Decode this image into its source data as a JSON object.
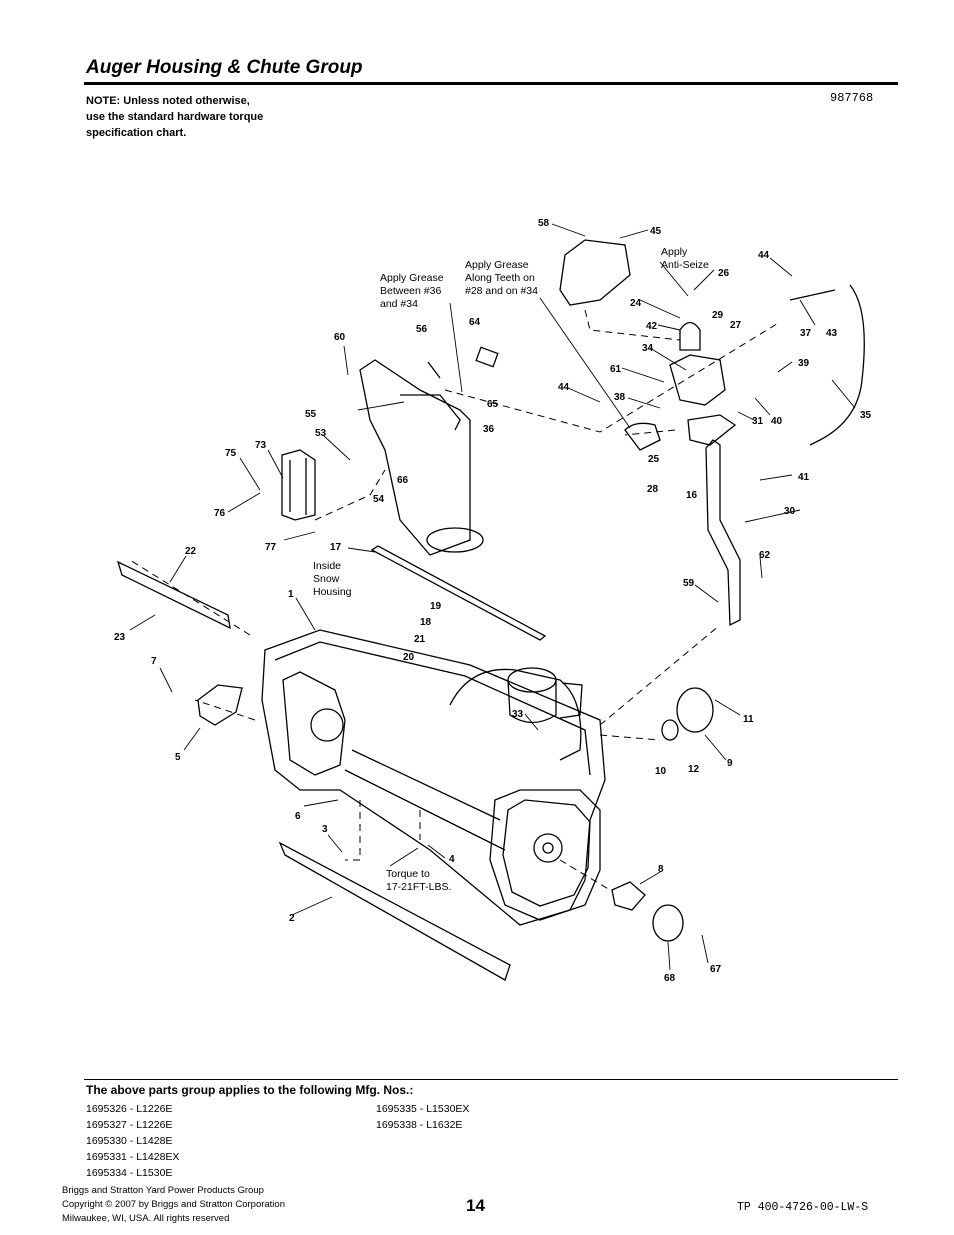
{
  "header": {
    "title": "Auger Housing & Chute Group",
    "doc_number": "987768",
    "note_lines": [
      "NOTE: Unless noted otherwise,",
      "use the standard hardware torque",
      "specification chart."
    ]
  },
  "diagram": {
    "callouts": [
      "58",
      "45",
      "44",
      "26",
      "24",
      "29",
      "42",
      "27",
      "37",
      "43",
      "34",
      "39",
      "61",
      "44",
      "38",
      "31",
      "40",
      "35",
      "25",
      "41",
      "28",
      "16",
      "30",
      "62",
      "59",
      "60",
      "56",
      "64",
      "55",
      "65",
      "53",
      "36",
      "75",
      "73",
      "66",
      "54",
      "76",
      "77",
      "17",
      "22",
      "1",
      "19",
      "18",
      "21",
      "20",
      "23",
      "7",
      "5",
      "33",
      "11",
      "10",
      "12",
      "9",
      "6",
      "3",
      "4",
      "8",
      "2",
      "67",
      "68"
    ],
    "annotations": {
      "grease_36_34": [
        "Apply Grease",
        "Between #36",
        "and #34"
      ],
      "grease_teeth": [
        "Apply Grease",
        "Along Teeth on",
        "#28 and on #34"
      ],
      "anti_seize": [
        "Apply",
        "Anti-Seize"
      ],
      "inside_snow": [
        "Inside",
        "Snow",
        "Housing"
      ],
      "torque": [
        "Torque to",
        "17-21FT-LBS."
      ]
    }
  },
  "applies": {
    "heading": "The above parts group applies to the following Mfg. Nos.:",
    "column1": [
      "1695326 - L1226E",
      "1695327 - L1226E",
      "1695330 - L1428E",
      "1695331 - L1428EX",
      "1695334 - L1530E"
    ],
    "column2": [
      "1695335 - L1530EX",
      "1695338 - L1632E"
    ]
  },
  "footer": {
    "lines": [
      "Briggs and Stratton Yard Power Products Group",
      "Copyright ©  2007 by Briggs and Stratton Corporation",
      "Milwaukee, WI, USA. All rights reserved"
    ],
    "page_number": "14",
    "tp_number": "TP 400-4726-00-LW-S"
  }
}
